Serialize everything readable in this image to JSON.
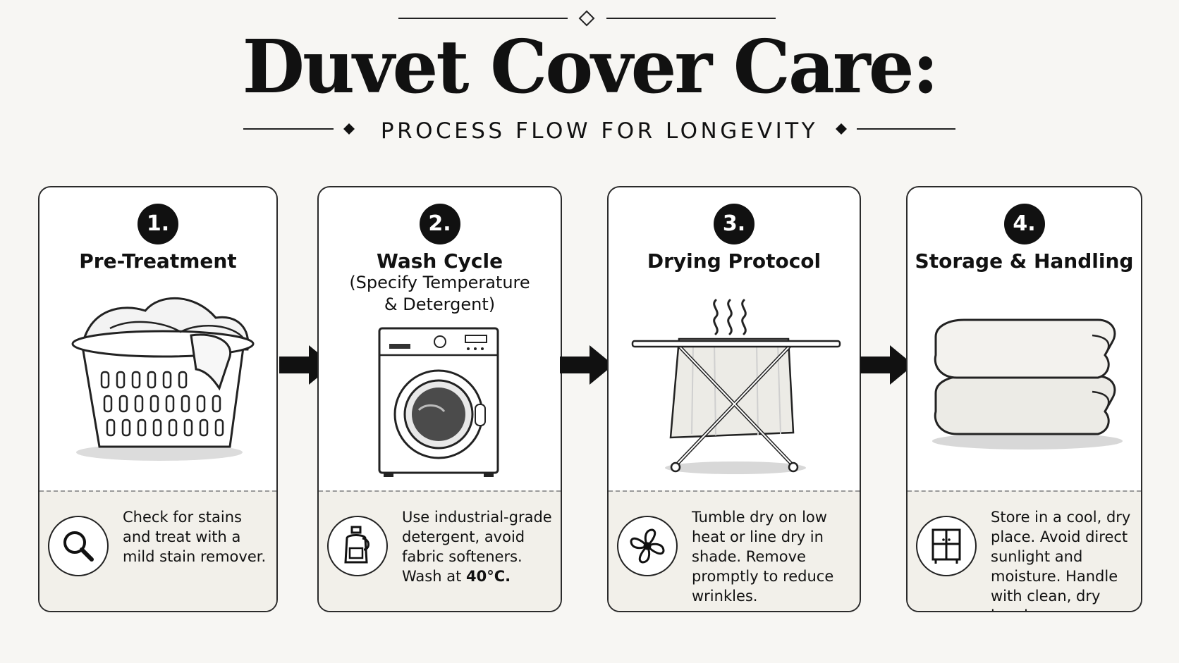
{
  "header": {
    "title": "Duvet Cover Care:",
    "subtitle": "PROCESS FLOW FOR LONGEVITY"
  },
  "steps": [
    {
      "number": "1.",
      "title": "Pre-Treatment",
      "subtitle": "",
      "illustration": "laundry-basket",
      "icon": "magnifier-icon",
      "description": "Check for stains and treat with a mild stain remover.",
      "emphasis": ""
    },
    {
      "number": "2.",
      "title": "Wash Cycle",
      "subtitle": "(Specify Temperature\n& Detergent)",
      "illustration": "washing-machine",
      "icon": "detergent-bottle-icon",
      "description": "Use industrial-grade detergent, avoid fabric softeners. Wash at ",
      "emphasis": "40°C."
    },
    {
      "number": "3.",
      "title": "Drying Protocol",
      "subtitle": "",
      "illustration": "drying-rack",
      "icon": "fan-icon",
      "description": "Tumble dry on low heat or line dry in shade. Remove promptly to reduce wrinkles.",
      "emphasis": ""
    },
    {
      "number": "4.",
      "title": "Storage & Handling",
      "subtitle": "",
      "illustration": "folded-duvets",
      "icon": "wardrobe-icon",
      "description": "Store in a cool, dry place. Avoid direct sunlight and moisture. Handle with clean, dry hands.",
      "emphasis": ""
    }
  ],
  "colors": {
    "background": "#f7f6f3",
    "card": "#ffffff",
    "card_bottom": "#f2f0ea",
    "ink": "#111111"
  }
}
